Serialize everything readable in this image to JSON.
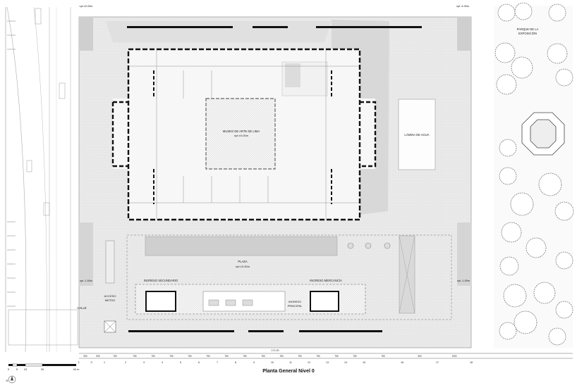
{
  "drawing": {
    "title": "Planta General Nivel 0",
    "labels": {
      "parque": "PARQUE DE LA",
      "parque2": "EXPOSICIÓN",
      "museo": "MUSEO DE ARTE DE LIMA",
      "museo_level": "npt ±0.00m",
      "lamina": "LÁMINA DE AGUA",
      "plaza": "PLAZA",
      "plaza_level": "npt ±0.00m",
      "ingreso_secundario": "INGRESO SECUNDARIO",
      "ingreso_mercancia": "INGRESO MERCANCÍA",
      "ingreso_principal": "INGRESO",
      "ingreso_principal2": "PRINCIPAL",
      "acceso_metro": "ACCESO",
      "acceso_metro2": "METRO",
      "calle": "CALLE",
      "level_top_left": "npt ±0.00m",
      "level_top_right": "npt -6.30m",
      "level_left": "npt -1.50m",
      "level_right": "npt -1.50m",
      "total_width": "171.00"
    },
    "scale_bar": {
      "ticks": [
        "0",
        "5",
        "10",
        "20",
        "40 m"
      ]
    },
    "north": "N",
    "grid_letters_bottom": [
      "1'",
      "0'",
      "1",
      "2",
      "3",
      "4",
      "5",
      "6",
      "7",
      "8",
      "9",
      "10",
      "11",
      "12",
      "13",
      "14",
      "15",
      "16",
      "17",
      "18"
    ],
    "dims_bottom": [
      "900",
      "900",
      "750",
      "750",
      "750",
      "750",
      "750",
      "750",
      "750",
      "750",
      "750",
      "750",
      "750",
      "750",
      "750",
      "750",
      "750",
      "900",
      "1000"
    ]
  }
}
